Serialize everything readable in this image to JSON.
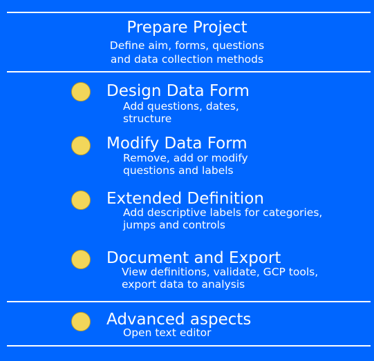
{
  "header": {
    "title": "Prepare Project",
    "subtitle": "Define aim, forms, questions\nand data collection methods"
  },
  "steps": [
    {
      "title": "Design Data Form",
      "description": "Add questions, dates,\nstructure"
    },
    {
      "title": "Modify Data Form",
      "description": "Remove, add or modify\nquestions and labels"
    },
    {
      "title": "Extended Definition",
      "description": "Add descriptive labels for categories,\njumps and controls"
    },
    {
      "title": "Document and Export",
      "description": "View definitions, validate, GCP tools,\nexport data to analysis"
    }
  ],
  "advanced": {
    "title": "Advanced aspects",
    "description": "Open text editor"
  },
  "colors": {
    "background": "#0066ff",
    "text": "#ffffff",
    "bullet": "#f2d65a"
  }
}
